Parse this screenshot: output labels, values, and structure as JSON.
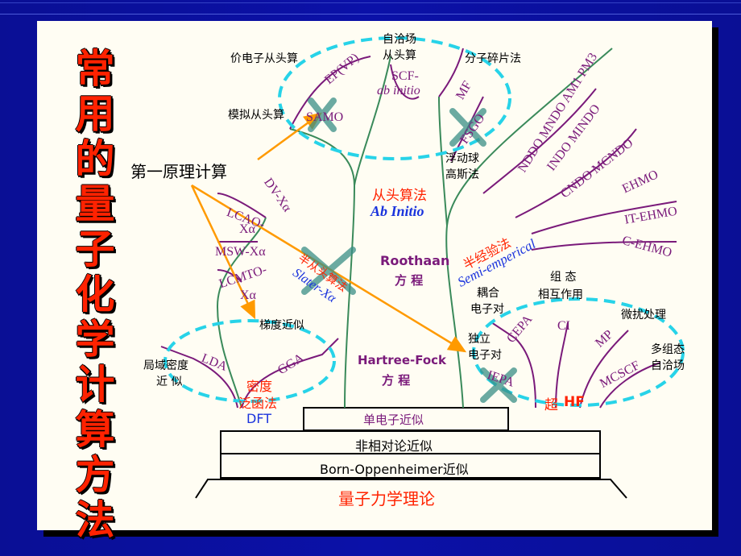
{
  "title": "常用的量子化学计算方法",
  "title_chars": [
    "常",
    "用",
    "的",
    "量",
    "子",
    "化",
    "学",
    "计",
    "算",
    "方",
    "法"
  ],
  "colors": {
    "background": "#0b0f8c",
    "card": "#fffdf3",
    "trunk": "#3a8a5a",
    "purple_text": "#7a1a7a",
    "red_text": "#ff2200",
    "blue_text": "#1a33dd",
    "arrow": "#ff9a00",
    "dashed_ellipse": "#27d3e8",
    "cross": "#3a8f86"
  },
  "base": {
    "level4": "量子力学理论",
    "level3": "Born-Oppenheimer近似",
    "level2": "非相对论近似",
    "level1": "单电子近似"
  },
  "first_principles": "第一原理计算",
  "ab_initio": {
    "cn": "从头算法",
    "en": "Ab Initio",
    "roothaan": "Roothaan",
    "roothaan_cn": "方 程",
    "hf": "Hartree-Fock",
    "hf_cn": "方 程"
  },
  "scf": {
    "top_cn_1": "自洽场",
    "top_cn_2": "从头算",
    "scf": "SCF-",
    "ab_initio": "ab initio",
    "valence_cn": "价电子从头算",
    "epvp": "EP(VP)",
    "model_cn": "模拟从头算",
    "samo": "SAMO",
    "fragment_cn": "分子碎片法",
    "mf": "MF",
    "fsgo": "FSGO",
    "floating_cn_1": "浮动球",
    "floating_cn_2": "高斯法"
  },
  "semi": {
    "cn": "半经验法",
    "en": "Semi-emperical",
    "branches": [
      "NDDO MNDO AM1 PM3",
      "INDO MINDO",
      "CNDO MCNDO",
      "EHMO",
      "IT-EHMO",
      "C-EHMO"
    ]
  },
  "slater": {
    "cn": "半从头算法",
    "en": "Slater-Xα",
    "dvxa": "DV-Xα",
    "lcao": "LCAO-",
    "xa1": "Xα",
    "mswxa": "MSW-Xα",
    "lcmto": "LCMTO-",
    "xa2": "Xα"
  },
  "dft": {
    "gradient_cn": "梯度近似",
    "local_cn_1": "局域密度",
    "local_cn_2": "近 似",
    "lda": "LDA",
    "gga": "GGA",
    "density_cn": "密度",
    "functional_cn": "泛函法",
    "dft": "DFT"
  },
  "post_hf": {
    "coupled_cn_1": "耦合",
    "coupled_cn_2": "电子对",
    "config_cn_1": "组 态",
    "config_cn_2": "相互作用",
    "perturb_cn": "微扰处理",
    "multi_cn_1": "多组态",
    "multi_cn_2": "自洽场",
    "indep_cn_1": "独立",
    "indep_cn_2": "电子对",
    "cepa": "CEPA",
    "ci": "CI",
    "mp": "MP",
    "mcscf": "MCSCF",
    "iepa": "IEPA",
    "super": "超",
    "hf": "HF"
  }
}
